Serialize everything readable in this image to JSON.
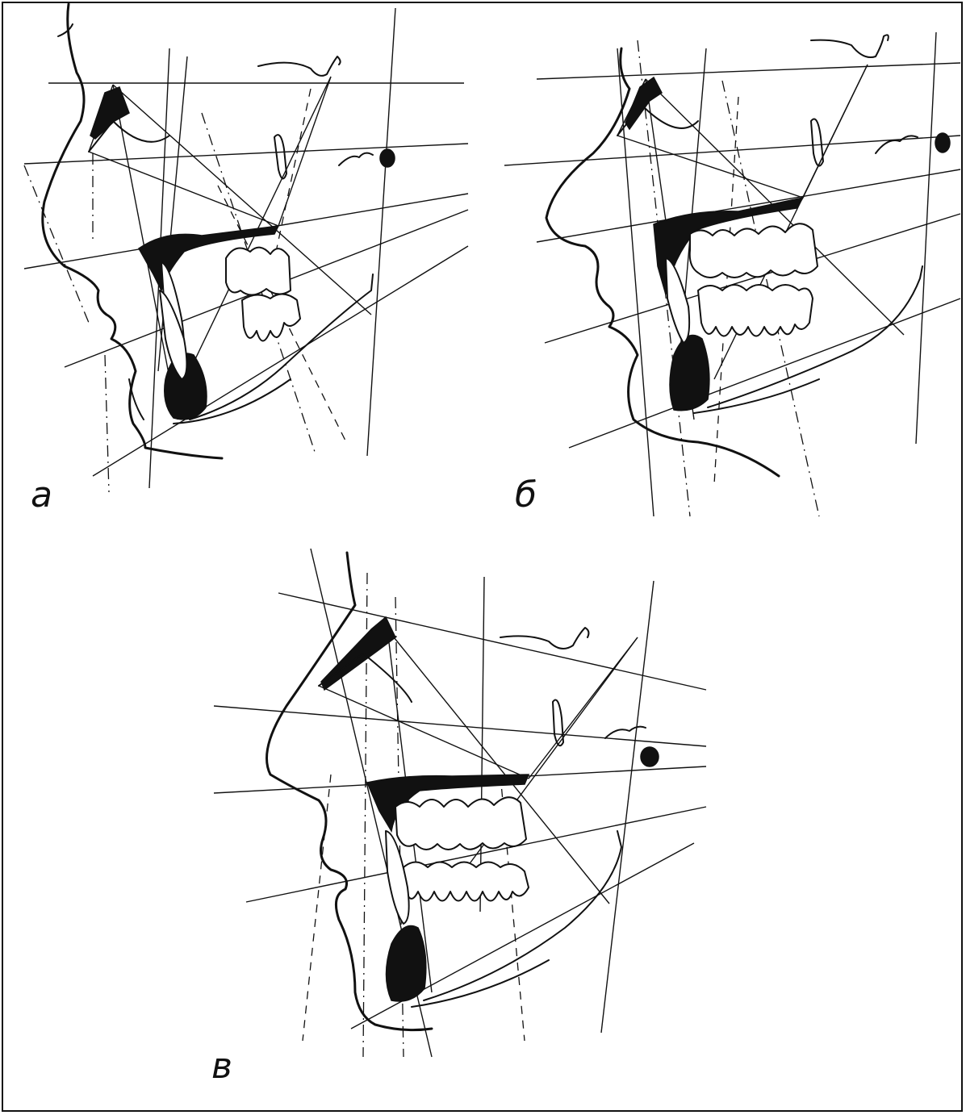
{
  "figure": {
    "panels": [
      {
        "id": "a",
        "label": "а"
      },
      {
        "id": "b",
        "label": "б"
      },
      {
        "id": "c",
        "label": "в"
      }
    ]
  }
}
